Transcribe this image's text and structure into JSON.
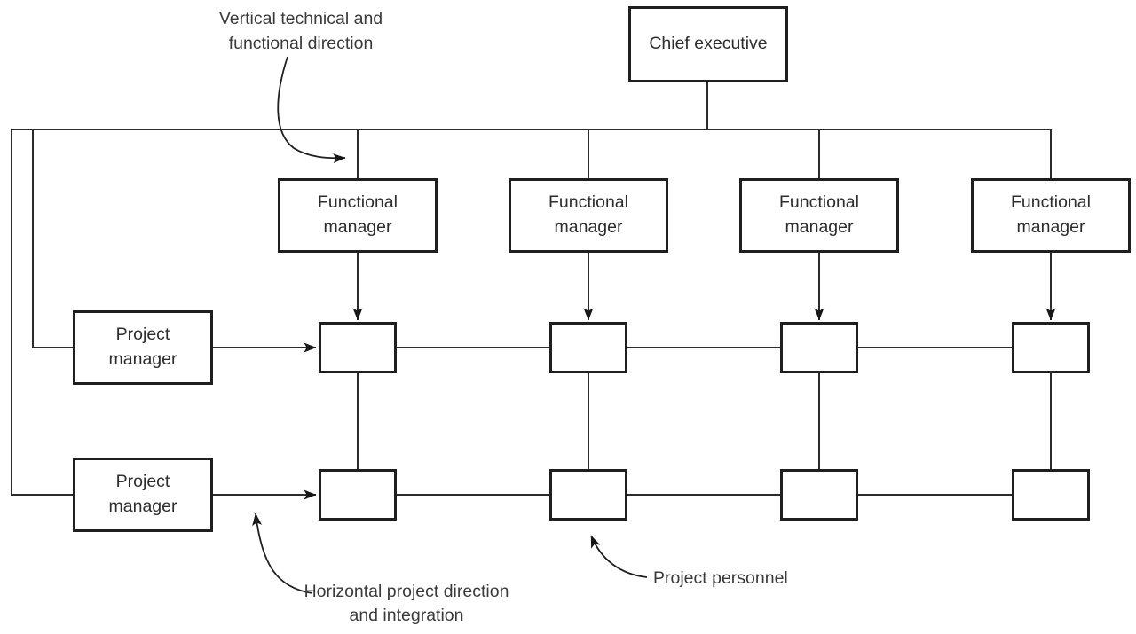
{
  "diagram": {
    "nodes": {
      "chief_executive": "Chief executive",
      "functional_managers": [
        "Functional manager",
        "Functional manager",
        "Functional manager",
        "Functional manager"
      ],
      "project_managers": [
        "Project manager",
        "Project manager"
      ],
      "personnel_grid": {
        "rows": 2,
        "cols": 4,
        "cell_label": ""
      }
    },
    "annotations": {
      "vertical_direction": "Vertical technical and functional direction",
      "horizontal_direction": "Horizontal project direction and integration",
      "project_personnel": "Project personnel"
    },
    "colors": {
      "background": "#ffffff",
      "line": "#2b2b2b",
      "box_border": "#1f1f1f",
      "box_fill": "#ffffff",
      "text": "#2d2d2d",
      "annotation_text": "#3a3a3a",
      "arrowhead": "#161616"
    }
  }
}
